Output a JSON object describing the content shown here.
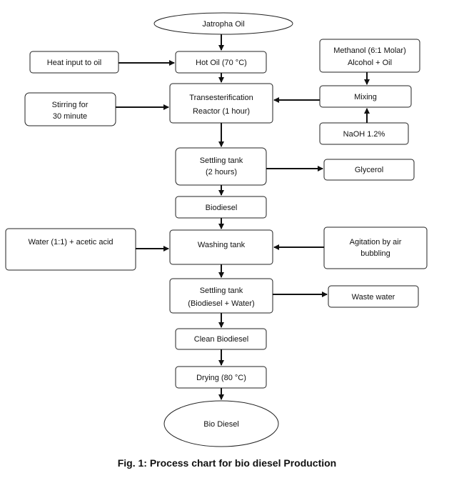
{
  "nodes": {
    "jatropha_oil": "Jatropha Oil",
    "heat_input": "Heat input to oil",
    "hot_oil": "Hot Oil (70 °C)",
    "methanol_l1": "Methanol (6:1 Molar)",
    "methanol_l2": "Alcohol + Oil",
    "stirring_l1": "Stirring for",
    "stirring_l2": "30 minute",
    "reactor_l1": "Transesterification",
    "reactor_l2": "Reactor (1 hour)",
    "mixing": "Mixing",
    "naoh": "NaOH 1.2%",
    "settling1_l1": "Settling tank",
    "settling1_l2": "(2 hours)",
    "glycerol": "Glycerol",
    "biodiesel": "Biodiesel",
    "water_acid": "Water (1:1) + acetic acid",
    "washing": "Washing tank",
    "agitation_l1": "Agitation by air",
    "agitation_l2": "bubbling",
    "settling2_l1": "Settling tank",
    "settling2_l2": "(Biodiesel + Water)",
    "waste_water": "Waste water",
    "clean_biodiesel": "Clean Biodiesel",
    "drying": "Drying (80 °C)",
    "bio_diesel_out": "Bio Diesel"
  },
  "caption": "Fig. 1: Process chart for bio diesel Production",
  "colors": {
    "stroke": "#222222",
    "text": "#111111",
    "background": "#ffffff"
  }
}
